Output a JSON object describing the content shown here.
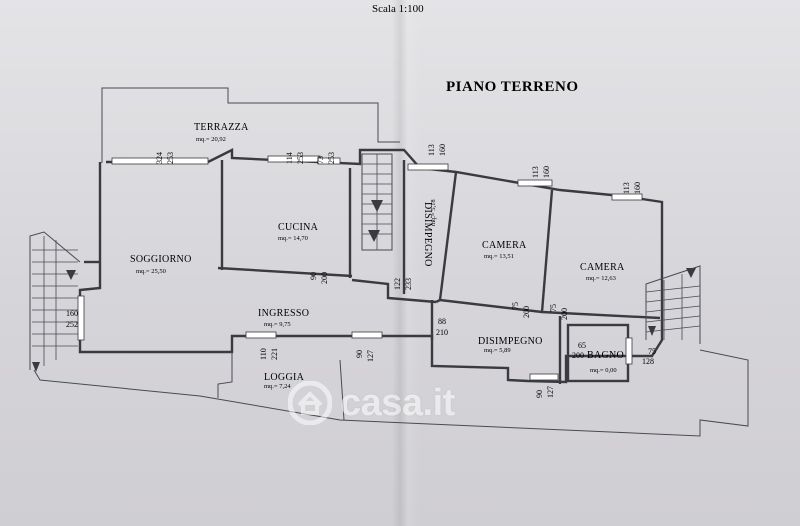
{
  "header": {
    "scale": "Scala 1:100",
    "title": "PIANO TERRENO"
  },
  "rooms": [
    {
      "id": "terrazza",
      "name": "TERRAZZA",
      "area": "mq.= 20,92"
    },
    {
      "id": "soggiorno",
      "name": "SOGGIORNO",
      "area": "mq.= 25,50"
    },
    {
      "id": "cucina",
      "name": "CUCINA",
      "area": "mq.= 14,70"
    },
    {
      "id": "disimpegno-top",
      "name": "DISIMPEGNO",
      "area": "mq.= 5,18"
    },
    {
      "id": "camera-1",
      "name": "CAMERA",
      "area": "mq.= 13,51"
    },
    {
      "id": "camera-2",
      "name": "CAMERA",
      "area": "mq.= 12,63"
    },
    {
      "id": "ingresso",
      "name": "INGRESSO",
      "area": "mq.= 9,75"
    },
    {
      "id": "disimpegno-bottom",
      "name": "DISIMPEGNO",
      "area": "mq.= 5,89"
    },
    {
      "id": "bagno",
      "name": "BAGNO",
      "area": "mq.= 0,00"
    },
    {
      "id": "loggia",
      "name": "LOGGIA",
      "area": "mq.= 7,24"
    }
  ],
  "openings": [
    {
      "w": "324",
      "h": "253"
    },
    {
      "w": "114",
      "h": "253"
    },
    {
      "w": "73",
      "h": "253"
    },
    {
      "w": "113",
      "h": "160"
    },
    {
      "w": "113",
      "h": "160"
    },
    {
      "w": "113",
      "h": "160"
    },
    {
      "w": "90",
      "h": "200"
    },
    {
      "w": "122",
      "h": "233"
    },
    {
      "w": "75",
      "h": "200"
    },
    {
      "w": "75",
      "h": "200"
    },
    {
      "w": "88",
      "h": "210"
    },
    {
      "w": "160",
      "h": "252"
    },
    {
      "w": "110",
      "h": "221"
    },
    {
      "w": "90",
      "h": "127"
    },
    {
      "w": "65",
      "h": "200"
    },
    {
      "w": "75",
      "h": "128"
    },
    {
      "w": "90",
      "h": "127"
    }
  ],
  "watermark": {
    "text": "casa.it",
    "logo_icon": "house-circle-icon"
  }
}
